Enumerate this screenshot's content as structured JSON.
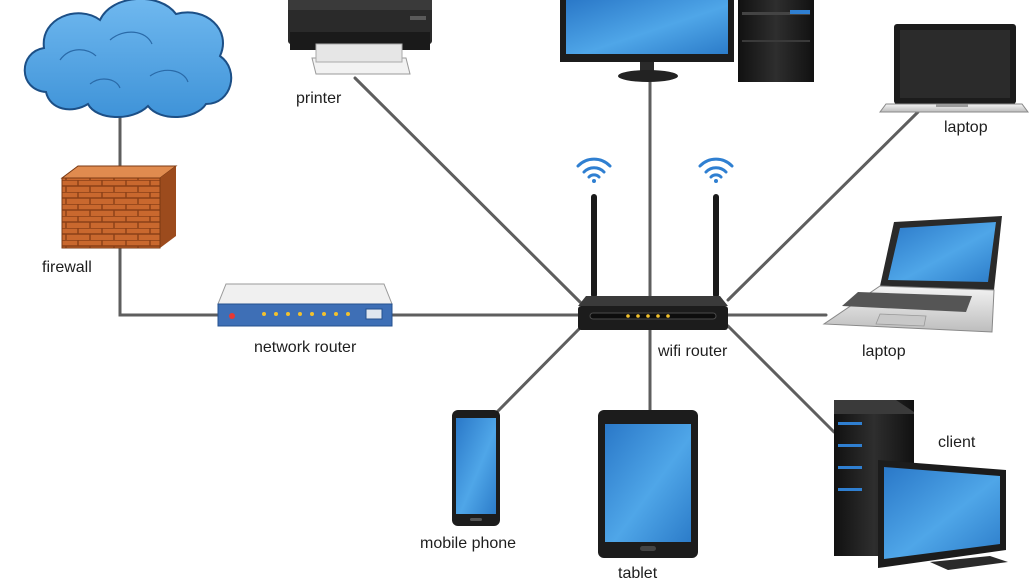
{
  "labels": {
    "printer": "printer",
    "laptop_top": "laptop",
    "firewall": "firewall",
    "network_router": "network router",
    "wifi_router": "wifi router",
    "laptop_right": "laptop",
    "client": "client",
    "mobile_phone": "mobile phone",
    "tablet": "tablet"
  },
  "colors": {
    "cable": "#5e5e5e",
    "screen": "#3a8ed6",
    "cloud": "#4a9fe0",
    "brick": "#c9682e",
    "device_body": "#1c1c1c",
    "wifi_signal": "#2f7fd1",
    "router_led": "#f2c12e"
  },
  "icons": [
    "cloud-icon",
    "firewall-icon",
    "printer-icon",
    "desktop-icon",
    "laptop-icon",
    "network-router-icon",
    "wifi-router-icon",
    "wifi-signal-icon",
    "mobile-phone-icon",
    "tablet-icon",
    "client-computer-icon"
  ]
}
